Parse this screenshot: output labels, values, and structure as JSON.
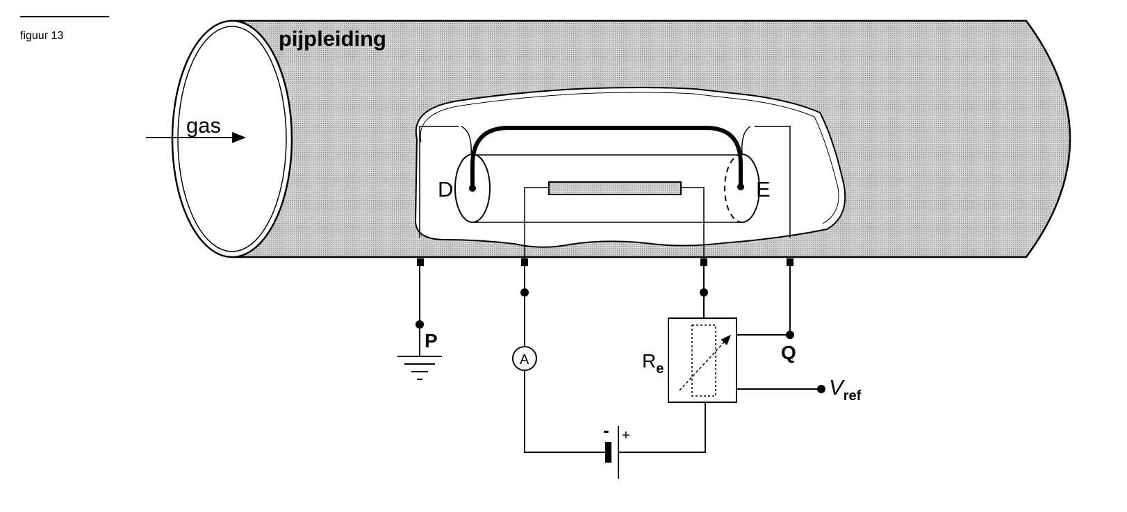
{
  "figure": {
    "caption": "figuur 13"
  },
  "labels": {
    "pipeline": "pijpleiding",
    "gas": "gas",
    "electrode_d": "D",
    "electrode_e": "E",
    "terminal_p": "P",
    "terminal_q": "Q",
    "ammeter": "A",
    "resistor_main": "R",
    "resistor_sub": "e",
    "vref_main": "V",
    "vref_sub": "ref",
    "battery_minus": "-",
    "battery_plus": "+"
  },
  "colors": {
    "pipe_fill": "#c4c4c4",
    "line": "#000000",
    "background": "#ffffff"
  }
}
